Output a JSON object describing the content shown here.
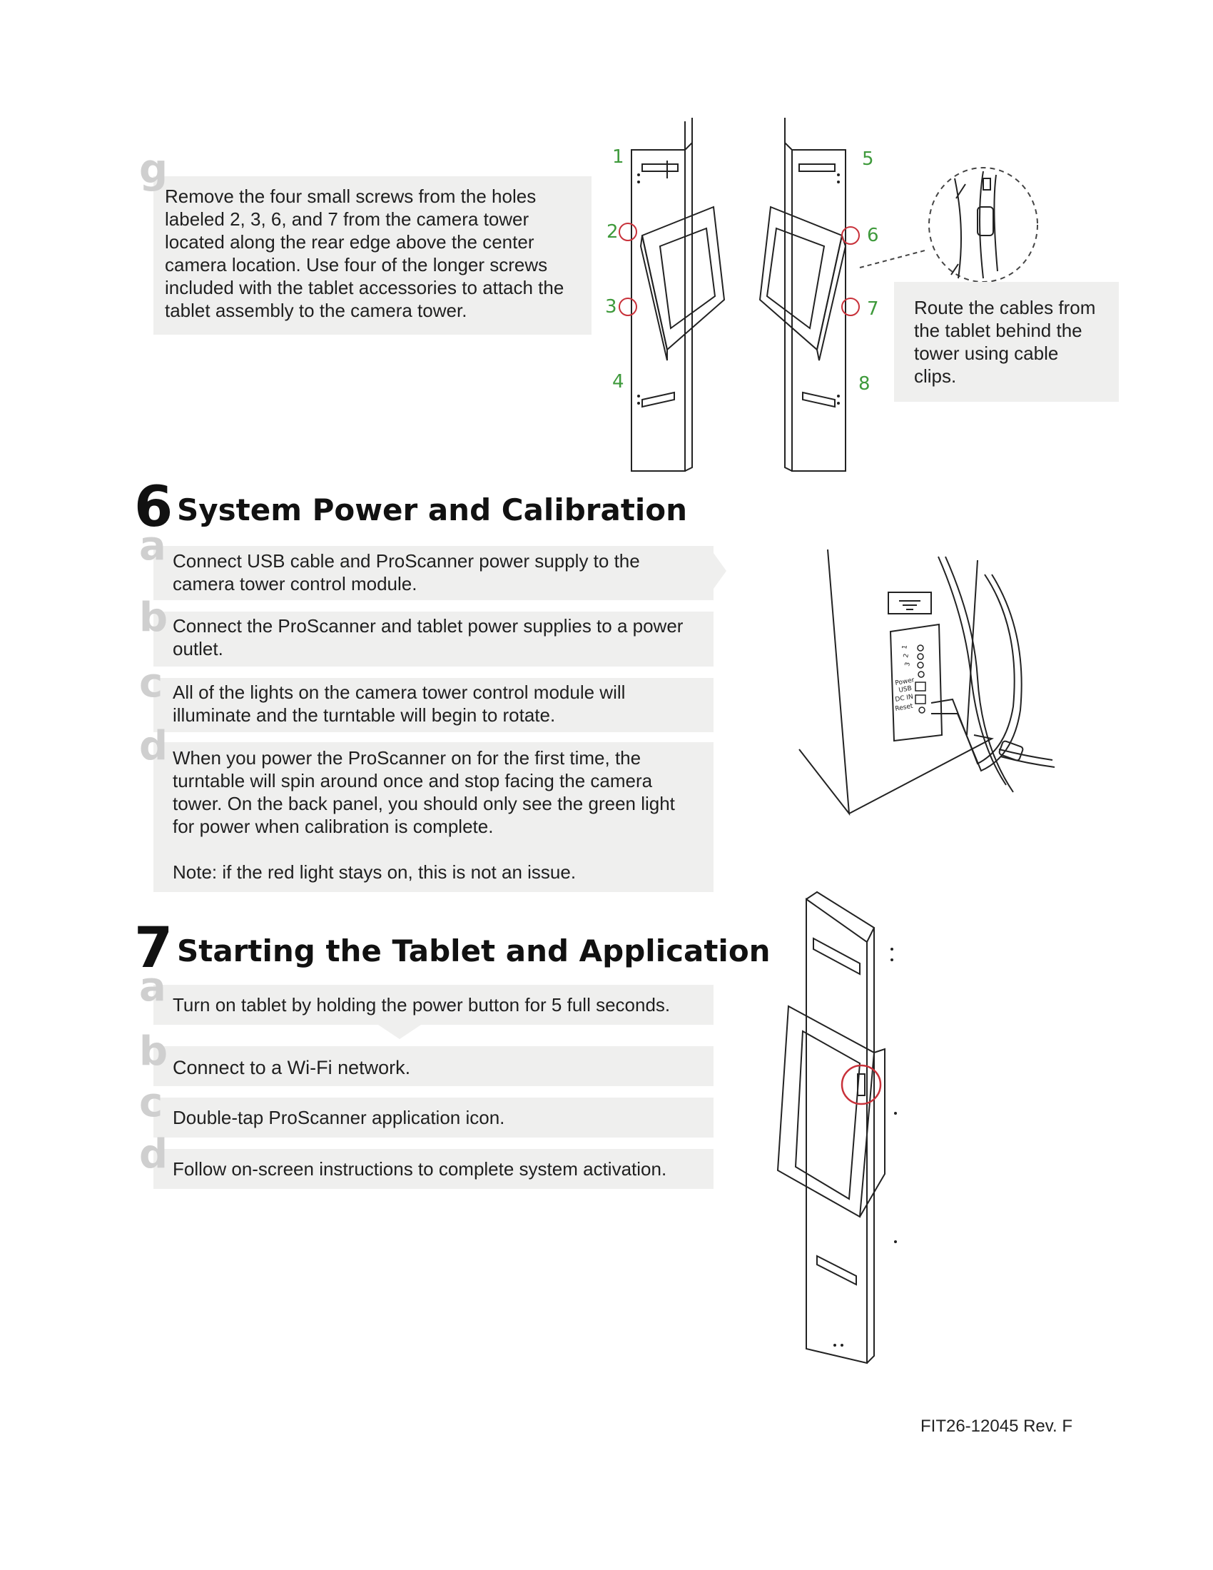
{
  "step_g": {
    "letter": "g",
    "text": "Remove the four small screws from the holes labeled 2, 3, 6, and 7 from the camera tower located along the rear edge above the center camera location. Use four of the longer screws included with the tablet accessories to attach the tablet assembly to the camera tower."
  },
  "callouts": [
    "1",
    "2",
    "3",
    "4",
    "5",
    "6",
    "7",
    "8"
  ],
  "route_note": "Route the cables from the tablet behind the tower using cable clips.",
  "section6": {
    "number": "6",
    "title": "System Power and Calibration",
    "steps": [
      {
        "letter": "a",
        "text": "Connect USB cable and ProScanner power supply to the camera tower control module."
      },
      {
        "letter": "b",
        "text": "Connect the ProScanner and tablet power supplies to a power outlet."
      },
      {
        "letter": "c",
        "text": "All of the lights on the camera tower control module will illuminate and the turntable will begin to rotate."
      },
      {
        "letter": "d",
        "text": "When you power the ProScanner on for the first time, the turntable will spin around once and stop facing the camera tower. On the back panel, you should only see the green light for power when calibration is complete.",
        "note": "Note: if the red light stays on, this is not an issue."
      }
    ],
    "panel_labels": [
      "1",
      "2",
      "3",
      "Power",
      "USB",
      "DC IN",
      "Reset"
    ]
  },
  "section7": {
    "number": "7",
    "title": "Starting the Tablet and Application",
    "steps": [
      {
        "letter": "a",
        "text": "Turn on tablet by holding the power button for 5 full seconds."
      },
      {
        "letter": "b",
        "text": "Connect to a Wi-Fi network."
      },
      {
        "letter": "c",
        "text": "Double-tap ProScanner application icon."
      },
      {
        "letter": "d",
        "text": "Follow on-screen instructions to complete system activation."
      }
    ]
  },
  "footer": "FIT26-12045 Rev. F",
  "colors": {
    "accent_green": "#3f9a3c",
    "marker_red": "#c8313a",
    "box_bg": "#efefee",
    "letter_gray": "#cfcfcf"
  }
}
